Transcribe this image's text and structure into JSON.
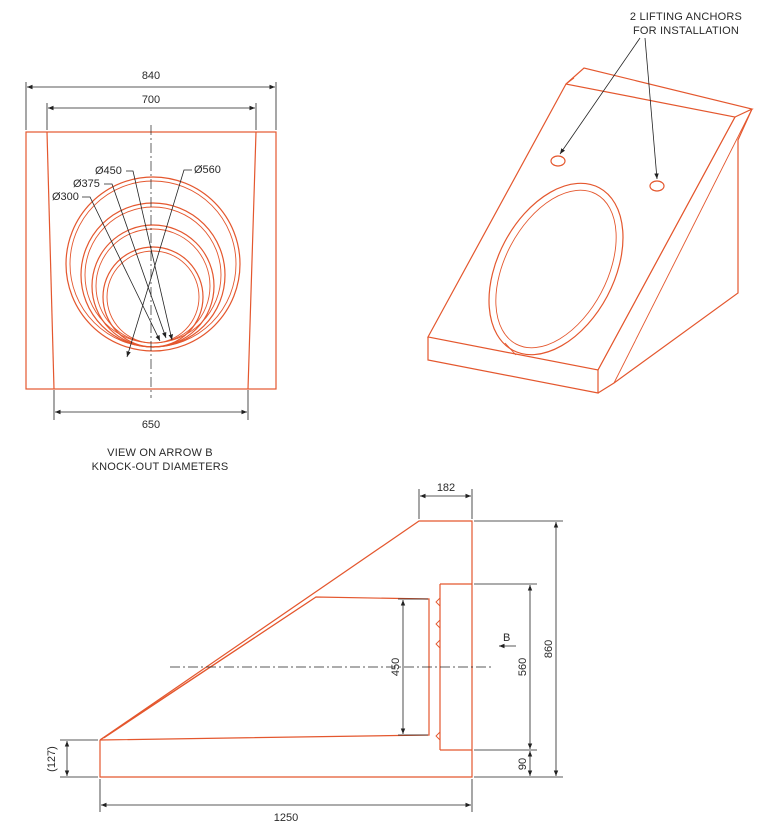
{
  "top_left_view": {
    "dims": {
      "width_840": "840",
      "width_700": "700",
      "width_650": "650"
    },
    "knockouts": [
      "Ø450",
      "Ø375",
      "Ø300",
      "Ø560"
    ],
    "caption_line1": "VIEW ON ARROW B",
    "caption_line2": "KNOCK-OUT DIAMETERS"
  },
  "isometric_view": {
    "note_line1": "2 LIFTING ANCHORS",
    "note_line2": "FOR INSTALLATION"
  },
  "side_view": {
    "dims": {
      "top_182": "182",
      "height_860": "860",
      "opening_560": "560",
      "inner_450": "450",
      "base_90": "90",
      "toe_127": "(127)",
      "length_1250": "1250"
    },
    "arrow_label": "B"
  },
  "colors": {
    "outline": "#e4572e",
    "dimension": "#222222"
  }
}
